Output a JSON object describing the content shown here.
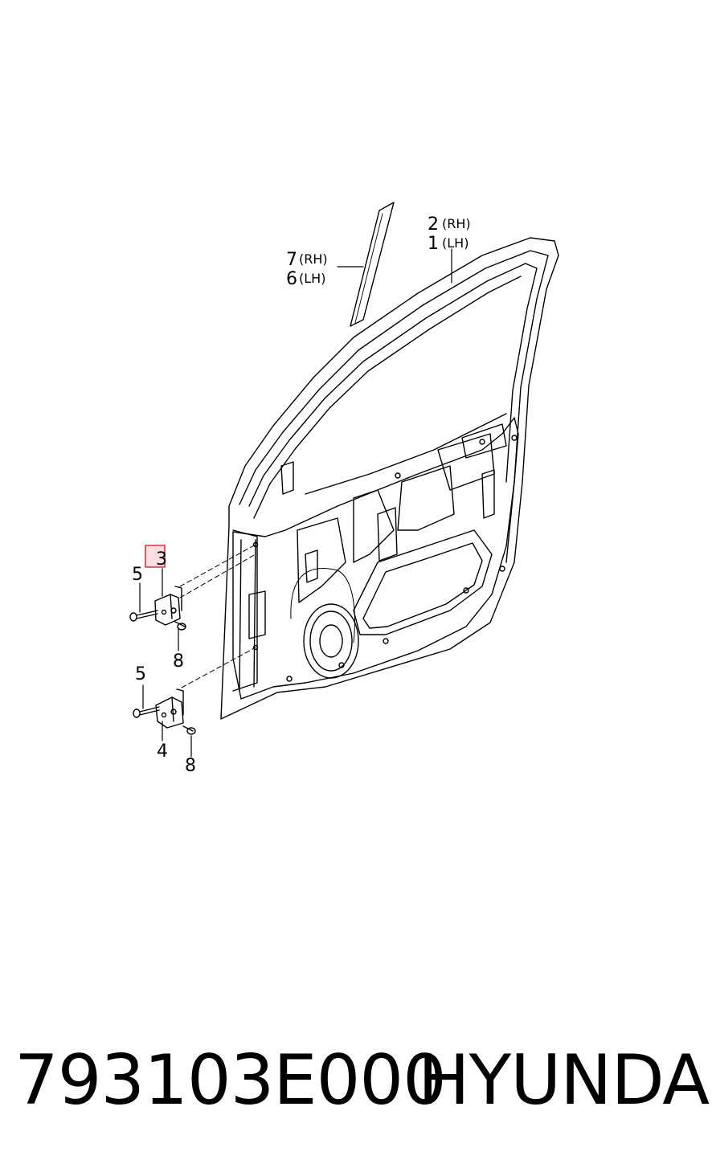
{
  "callouts": {
    "part_2": "2",
    "part_2_side": "(RH)",
    "part_1": "1",
    "part_1_side": "(LH)",
    "part_7": "7",
    "part_7_side": "(RH)",
    "part_6": "6",
    "part_6_side": "(LH)",
    "part_3": "3",
    "part_5_upper": "5",
    "part_8_upper": "8",
    "part_5_lower": "5",
    "part_4": "4",
    "part_8_lower": "8"
  },
  "highlight_color": "#e0303a",
  "footer": {
    "part_number": "793103E000",
    "brand": "HYUNDAI"
  }
}
